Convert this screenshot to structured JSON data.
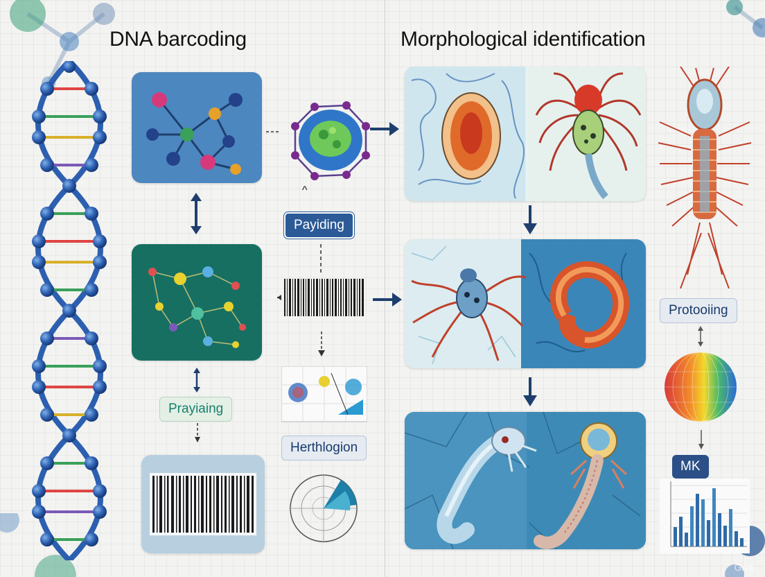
{
  "headings": {
    "left": "DNA barcoding",
    "right": "Morphological identification"
  },
  "labels": {
    "payiding": "Payiding",
    "prayiaing": "Prayiaing",
    "herthlogion": "Herthlogion",
    "protooiing": "Protooiing",
    "mk": "MK"
  },
  "watermark": "Grok",
  "colors": {
    "primary_blue": "#2b5a96",
    "teal": "#14806a",
    "tile_blue": "#4d87bf",
    "tile_green": "#176f62",
    "barcode_bg": "#b8cfe0"
  }
}
